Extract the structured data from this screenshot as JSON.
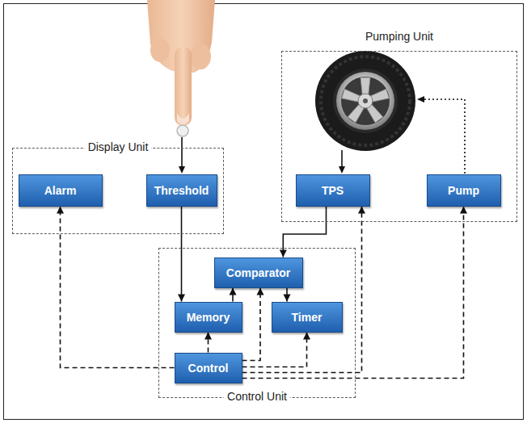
{
  "diagram": {
    "nodes": [
      {
        "text": [
          "Display Unit"
        ]
      },
      {
        "text": [
          "Alarm"
        ],
        "in": 0
      },
      {
        "text": [
          "Threshold"
        ],
        "in": 0
      },
      {
        "text": [
          "Pumping Unit"
        ]
      },
      {
        "text": [
          "TPS"
        ],
        "in": 3
      },
      {
        "text": [
          "Pump"
        ],
        "in": 3
      },
      {
        "text": [
          "Control Unit"
        ]
      },
      {
        "text": [
          "Comparator"
        ],
        "in": 6
      },
      {
        "text": [
          "Memory"
        ],
        "in": 6
      },
      {
        "text": [
          "Timer"
        ],
        "in": 6
      },
      {
        "text": [
          "Control"
        ],
        "in": 6
      }
    ],
    "edges": [
      {
        "from": 2,
        "to": 8,
        "arrow": "to"
      },
      {
        "from": 4,
        "to": 7,
        "arrow": "to"
      },
      {
        "from": 8,
        "to": 7,
        "arrow": "to"
      },
      {
        "from": 7,
        "to": 9,
        "arrow": "to"
      },
      {
        "from": 10,
        "to": 8,
        "arrow": "to"
      },
      {
        "from": 10,
        "to": 7,
        "arrow": "to"
      },
      {
        "from": 10,
        "to": 9,
        "arrow": "to"
      },
      {
        "from": 10,
        "to": 1,
        "arrow": "to"
      },
      {
        "from": 10,
        "to": 4,
        "arrow": "to"
      },
      {
        "from": 10,
        "to": 5,
        "arrow": "to"
      }
    ]
  }
}
